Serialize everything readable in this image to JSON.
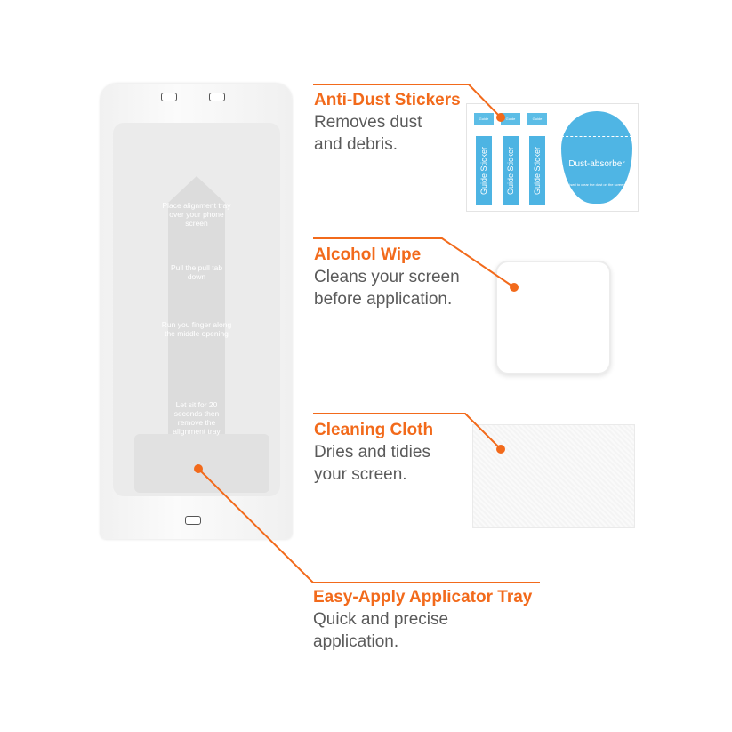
{
  "accent_color": "#f26a1b",
  "tray": {
    "steps": [
      "Place alignment tray over your phone screen",
      "Pull the pull tab down",
      "Run you finger along the middle opening",
      "Let sit for 20 seconds then remove the alignment tray"
    ]
  },
  "stickers": {
    "small_label": "Guide Sticker",
    "strip_label": "Guide Sticker",
    "absorber_label": "Dust-absorber",
    "absorber_caption": "Used to clear the dust on the screen."
  },
  "callouts": [
    {
      "title": "Anti-Dust Stickers",
      "desc": [
        "Removes dust",
        "and debris."
      ]
    },
    {
      "title": "Alcohol Wipe",
      "desc": [
        "Cleans your screen",
        "before application."
      ]
    },
    {
      "title": "Cleaning Cloth",
      "desc": [
        "Dries and tidies",
        "your screen."
      ]
    },
    {
      "title": "Easy-Apply Applicator Tray",
      "desc": [
        "Quick and precise",
        "application."
      ]
    }
  ]
}
